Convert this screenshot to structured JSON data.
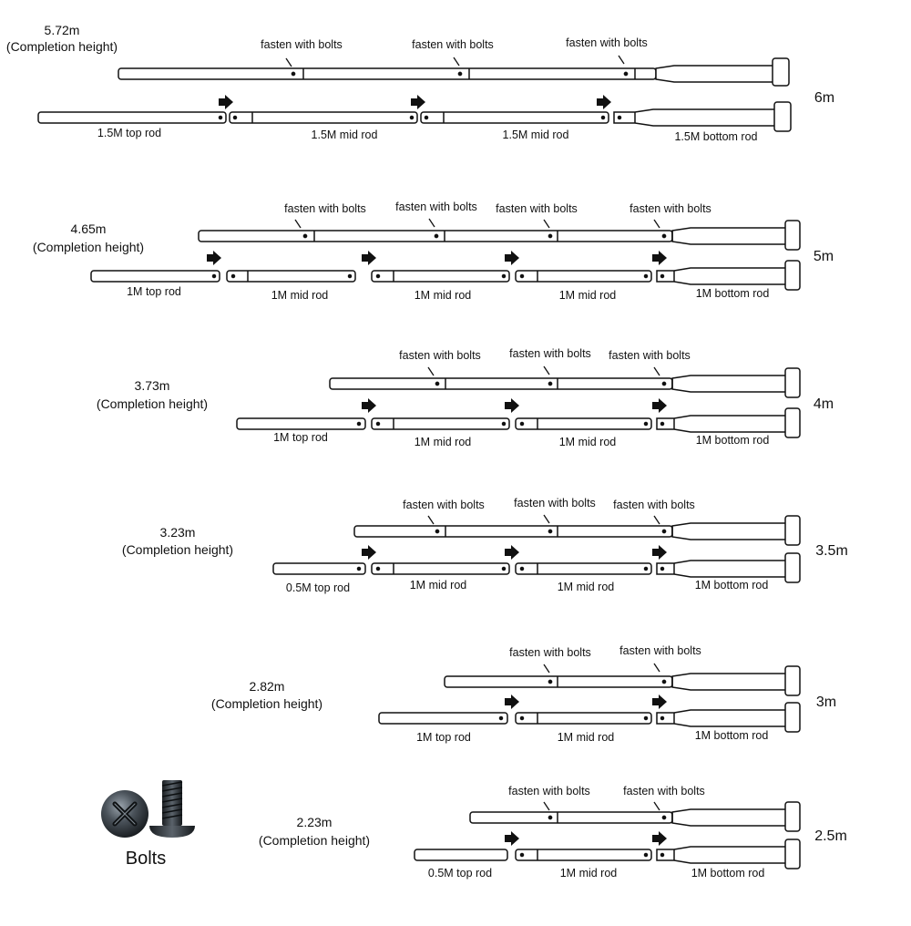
{
  "fasten_label": "fasten with bolts",
  "bolts_caption": "Bolts",
  "configs": [
    {
      "size": "6m",
      "height": "5.72m",
      "height_note": "(Completion height)",
      "segments": [
        "1.5M top rod",
        "1.5M mid rod",
        "1.5M mid rod",
        "1.5M bottom rod"
      ]
    },
    {
      "size": "5m",
      "height": "4.65m",
      "height_note": "(Completion height)",
      "segments": [
        "1M top rod",
        "1M mid rod",
        "1M mid rod",
        "1M mid rod",
        "1M bottom rod"
      ]
    },
    {
      "size": "4m",
      "height": "3.73m",
      "height_note": "(Completion height)",
      "segments": [
        "1M top rod",
        "1M mid rod",
        "1M mid rod",
        "1M bottom rod"
      ]
    },
    {
      "size": "3.5m",
      "height": "3.23m",
      "height_note": "(Completion height)",
      "segments": [
        "0.5M top rod",
        "1M mid rod",
        "1M mid rod",
        "1M bottom rod"
      ]
    },
    {
      "size": "3m",
      "height": "2.82m",
      "height_note": "(Completion height)",
      "segments": [
        "1M top rod",
        "1M mid rod",
        "1M bottom rod"
      ]
    },
    {
      "size": "2.5m",
      "height": "2.23m",
      "height_note": "(Completion height)",
      "segments": [
        "0.5M top rod",
        "1M mid rod",
        "1M bottom rod"
      ]
    }
  ]
}
